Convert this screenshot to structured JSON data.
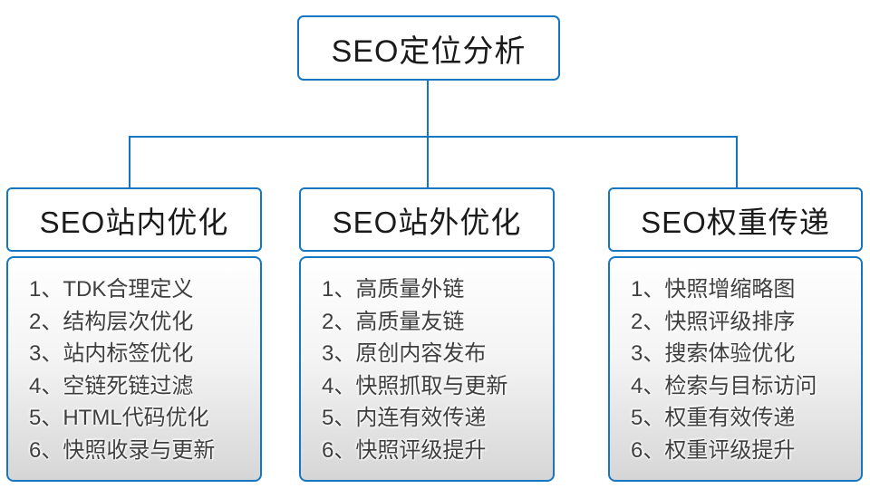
{
  "diagram": {
    "accent_color": "#1577c2",
    "root": {
      "label": "SEO定位分析"
    },
    "columns": [
      {
        "title": "SEO站内优化",
        "items": [
          "1、TDK合理定义",
          "2、结构层次优化",
          "3、站内标签优化",
          "4、空链死链过滤",
          "5、HTML代码优化",
          "6、快照收录与更新"
        ]
      },
      {
        "title": "SEO站外优化",
        "items": [
          "1、高质量外链",
          "2、高质量友链",
          "3、原创内容发布",
          "4、快照抓取与更新",
          "5、内连有效传递",
          "6、快照评级提升"
        ]
      },
      {
        "title": "SEO权重传递",
        "items": [
          "1、快照增缩略图",
          "2、快照评级排序",
          "3、搜索体验优化",
          "4、检索与目标访问",
          "5、权重有效传递",
          "6、权重评级提升"
        ]
      }
    ]
  }
}
